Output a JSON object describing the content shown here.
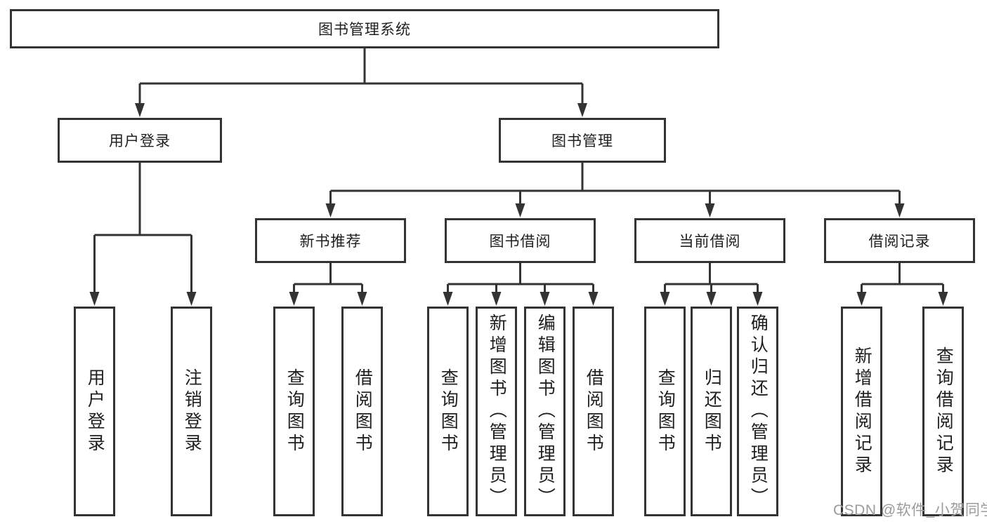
{
  "tree": {
    "label": "图书管理系统",
    "children": [
      {
        "label": "用户登录",
        "children": [
          {
            "label": "用户登录"
          },
          {
            "label": "注销登录"
          }
        ]
      },
      {
        "label": "图书管理",
        "children": [
          {
            "label": "新书推荐",
            "children": [
              {
                "label": "查询图书"
              },
              {
                "label": "借阅图书"
              }
            ]
          },
          {
            "label": "图书借阅",
            "children": [
              {
                "label": "查询图书"
              },
              {
                "label": "新增图书（管理员）"
              },
              {
                "label": "编辑图书（管理员）"
              },
              {
                "label": "借阅图书"
              }
            ]
          },
          {
            "label": "当前借阅",
            "children": [
              {
                "label": "查询图书"
              },
              {
                "label": "归还图书"
              },
              {
                "label": "确认归还（管理员）"
              }
            ]
          },
          {
            "label": "借阅记录",
            "children": [
              {
                "label": "新增借阅记录"
              },
              {
                "label": "查询借阅记录"
              }
            ]
          }
        ]
      }
    ]
  },
  "watermark": {
    "text": "CSDN @软件_小贺同学"
  },
  "colors": {
    "line": "#333333",
    "text": "#1f1f1f",
    "watermark": "#9b9b9b",
    "background": "#ffffff"
  }
}
